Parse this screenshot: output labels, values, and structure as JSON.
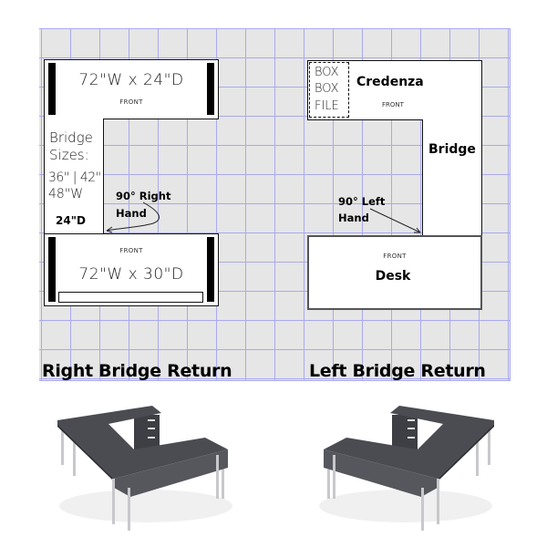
{
  "right_layout": {
    "caption": "Right Bridge Return",
    "top_desk": {
      "size": "72\"W x 24\"D",
      "front_label": "FRONT"
    },
    "bridge": {
      "line1": "Bridge",
      "line2": "Sizes:",
      "line3": "36\" | 42\"",
      "line4": "48\"W",
      "depth": "24\"D"
    },
    "handedness": {
      "line1": "90° Right",
      "line2": "Hand"
    },
    "bottom_desk": {
      "size": "72\"W x 30\"D",
      "front_label": "FRONT"
    }
  },
  "left_layout": {
    "caption": "Left Bridge Return",
    "credenza": {
      "label": "Credenza",
      "front_label": "FRONT",
      "pedestal": [
        "BOX",
        "BOX",
        "FILE"
      ]
    },
    "bridge": {
      "label": "Bridge"
    },
    "handedness": {
      "line1": "90° Left",
      "line2": "Hand"
    },
    "desk": {
      "label": "Desk",
      "front_label": "FRONT"
    }
  },
  "renders": [
    {
      "name": "right-bridge-desk-render",
      "color": "#4a4c52"
    },
    {
      "name": "left-bridge-desk-render",
      "color": "#4a4c52"
    }
  ],
  "colors": {
    "grid_bg": "#e6e6e6",
    "grid_line": "#a9a9ee",
    "desk_top": "#4a4c52",
    "legs": "#c8c8cc"
  }
}
